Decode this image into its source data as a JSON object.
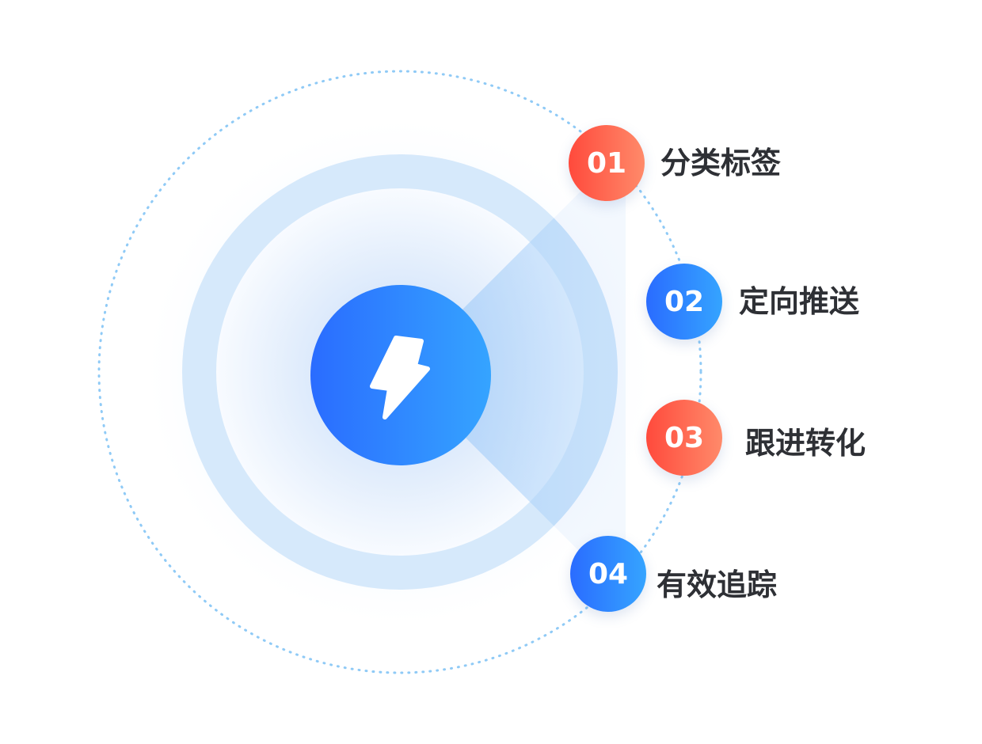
{
  "center_icon": "lightning-bolt-icon",
  "colors": {
    "red_start": "#ff4a3c",
    "red_end": "#ff8a6a",
    "blue_start": "#2a6cff",
    "blue_end": "#35a4ff",
    "ring_light": "#d6e9fb",
    "dotted_ring": "#8fcaf6",
    "label_text": "#2e3035"
  },
  "steps": [
    {
      "number": "01",
      "label": "分类标签",
      "color": "red"
    },
    {
      "number": "02",
      "label": "定向推送",
      "color": "blue"
    },
    {
      "number": "03",
      "label": "跟进转化",
      "color": "red"
    },
    {
      "number": "04",
      "label": "有效追踪",
      "color": "blue"
    }
  ]
}
